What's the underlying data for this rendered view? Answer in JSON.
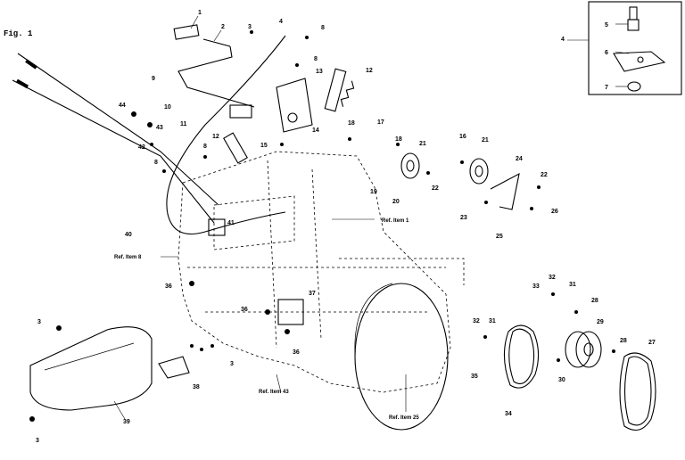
{
  "figure_label": "Fig. 1",
  "callouts": [
    "1",
    "2",
    "3",
    "4",
    "5",
    "6",
    "7",
    "8",
    "9",
    "10",
    "11",
    "12",
    "13",
    "14",
    "15",
    "16",
    "17",
    "18",
    "19",
    "20",
    "21",
    "22",
    "23",
    "24",
    "25",
    "26",
    "27",
    "28",
    "29",
    "30",
    "31",
    "32",
    "33",
    "34",
    "35",
    "36",
    "37",
    "38",
    "39",
    "40",
    "41",
    "42",
    "43",
    "44"
  ],
  "references": {
    "ref_item_1": "Ref. Item 1",
    "ref_item_8": "Ref. Item 8",
    "ref_item_43": "Ref. Item 43",
    "ref_item_25": "Ref. Item 25"
  }
}
